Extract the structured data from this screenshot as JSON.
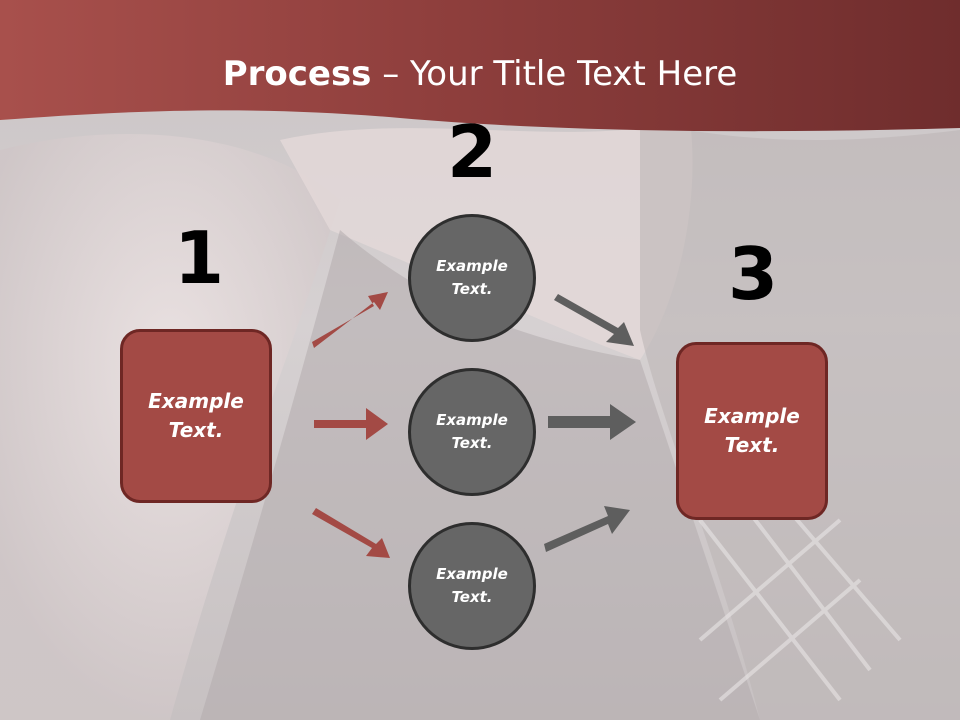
{
  "slide": {
    "title_bold": "Process",
    "title_rest": " – Your Title Text Here",
    "steps": [
      {
        "number": "1",
        "text": "Example Text."
      },
      {
        "number": "2",
        "text": "Example Text."
      },
      {
        "number": "3",
        "text": "Example Text."
      }
    ],
    "circles": [
      {
        "text": "Example Text."
      },
      {
        "text": "Example Text."
      },
      {
        "text": "Example Text."
      }
    ]
  },
  "colors": {
    "banner": "#8f3f3d",
    "box_fill": "#a34a45",
    "box_border": "#6e2724",
    "circle_fill": "#666666",
    "red_arrow": "#a34a45",
    "gray_arrow": "#5e5e5e"
  }
}
